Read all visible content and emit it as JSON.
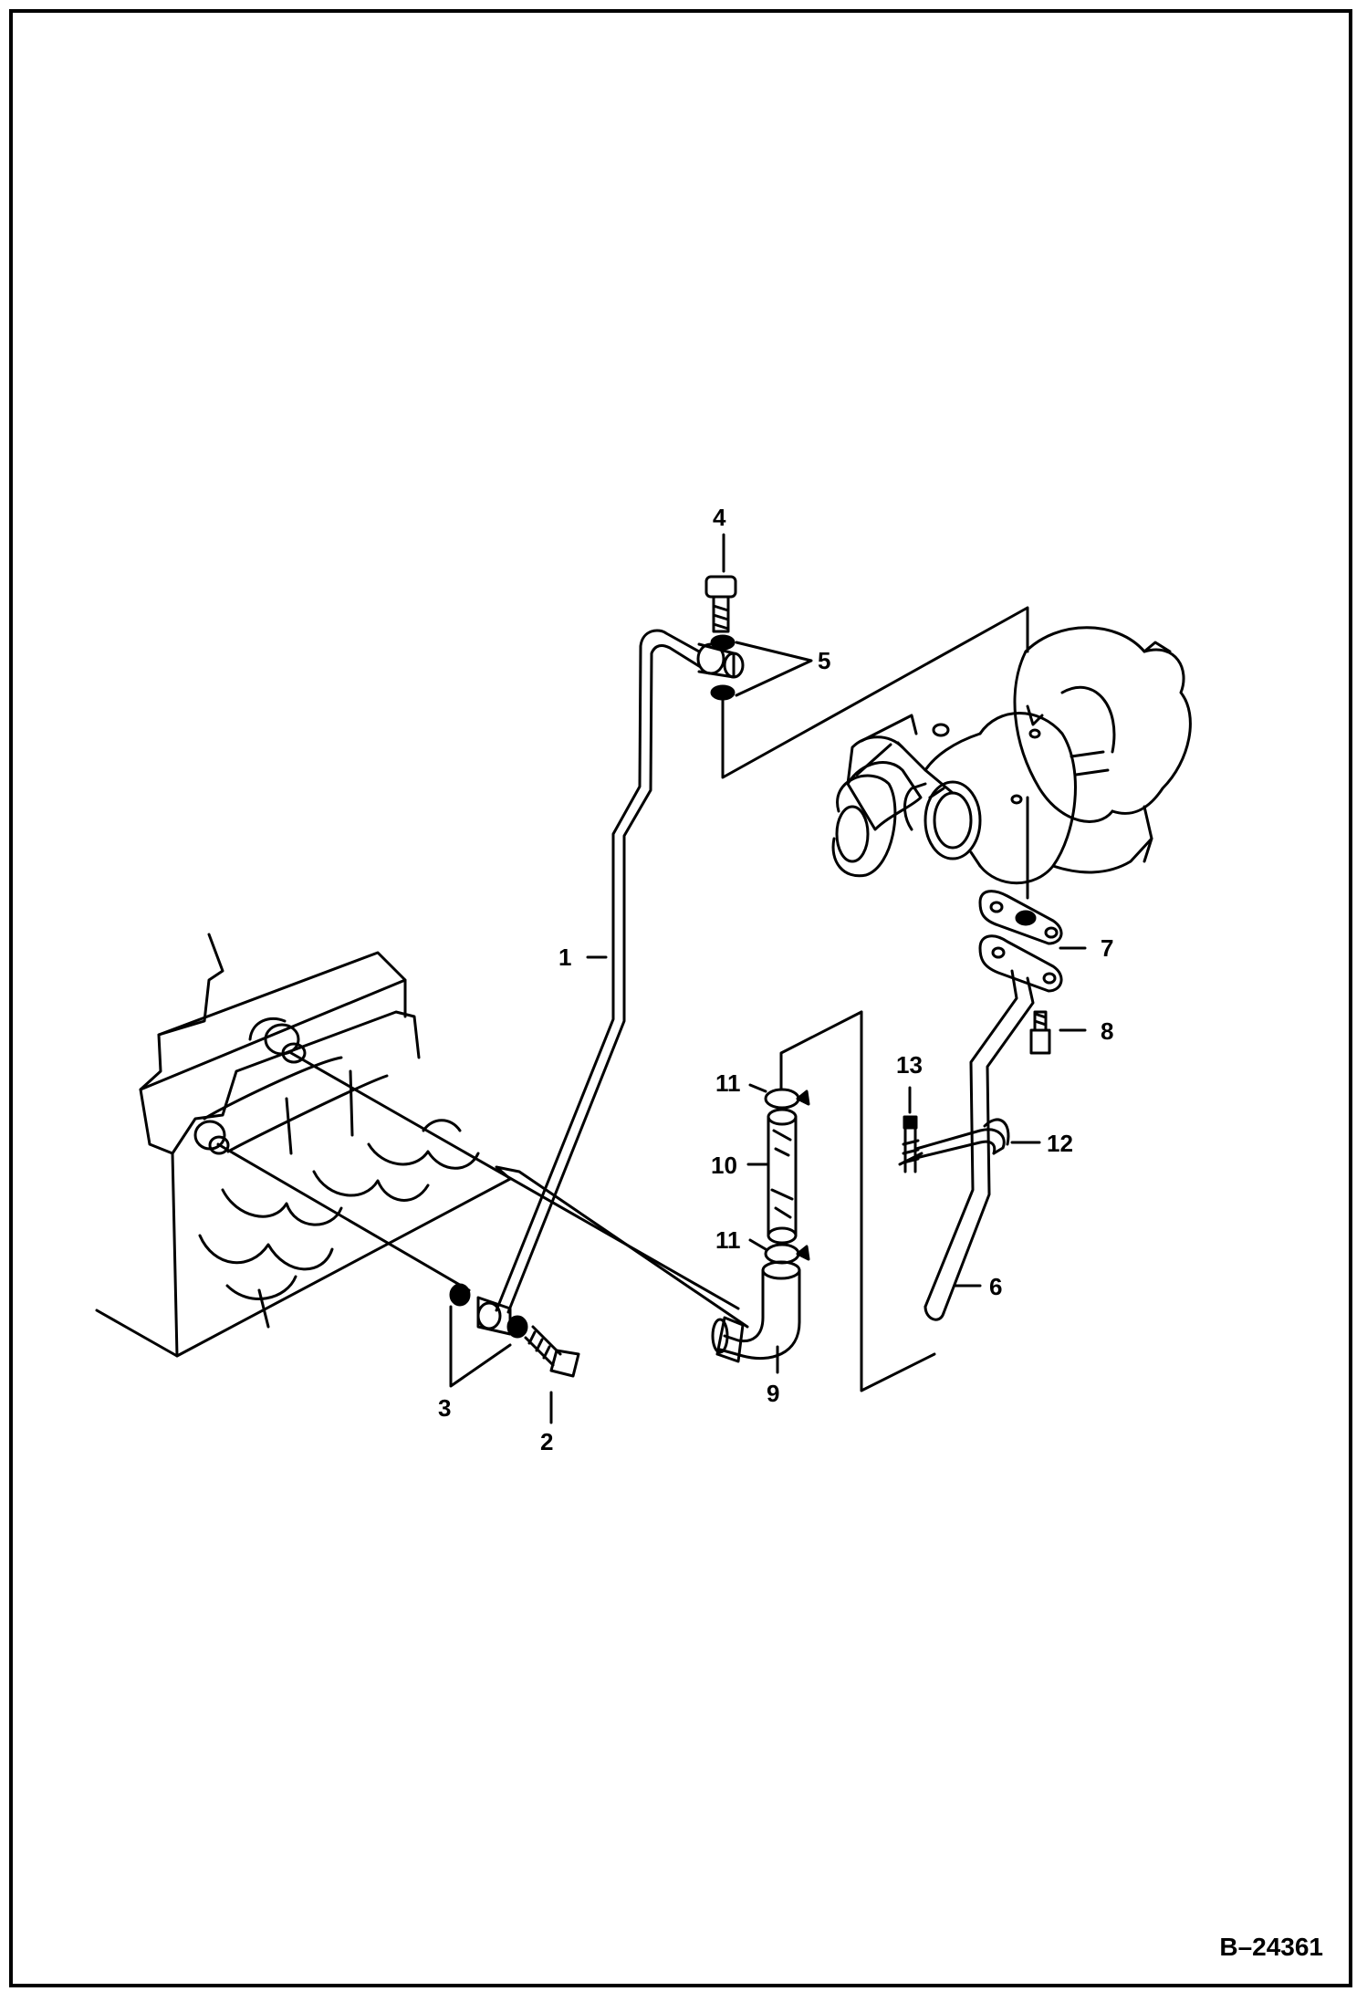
{
  "figure_code": "B–24361",
  "callouts": [
    {
      "id": "c1",
      "label": "1"
    },
    {
      "id": "c2",
      "label": "2"
    },
    {
      "id": "c3",
      "label": "3"
    },
    {
      "id": "c4",
      "label": "4"
    },
    {
      "id": "c5",
      "label": "5"
    },
    {
      "id": "c6",
      "label": "6"
    },
    {
      "id": "c7",
      "label": "7"
    },
    {
      "id": "c8",
      "label": "8"
    },
    {
      "id": "c9",
      "label": "9"
    },
    {
      "id": "c10",
      "label": "10"
    },
    {
      "id": "c11a",
      "label": "11"
    },
    {
      "id": "c11b",
      "label": "11"
    },
    {
      "id": "c12",
      "label": "12"
    },
    {
      "id": "c13",
      "label": "13"
    }
  ],
  "colors": {
    "ink": "#000000",
    "paper": "#ffffff"
  }
}
